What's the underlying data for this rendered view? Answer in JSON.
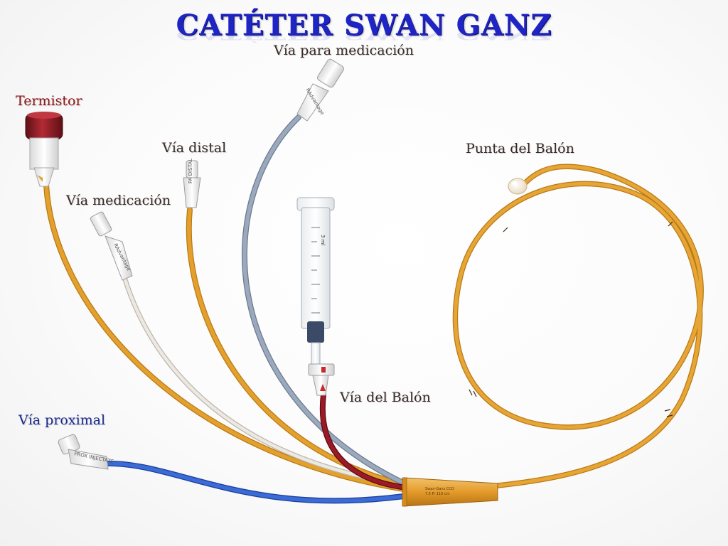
{
  "title": "CATÉTER SWAN GANZ",
  "labels": {
    "via_para_medicacion": "Vía para medicación",
    "termistor": "Termistor",
    "via_distal": "Vía distal",
    "via_medicacion": "Vía medicación",
    "punta_del_balon": "Punta del Balón",
    "via_del_balon": "Vía del Balón",
    "via_proximal": "Vía proximal"
  },
  "colors": {
    "title": "#1f24c4",
    "catheter_orange": "#e3a02c",
    "medication_line_gray": "#8a9ab0",
    "medication_line_white": "#e6e1da",
    "balloon_line_red": "#8c1420",
    "proximal_line_blue": "#2f5ec9",
    "thermistor_cap": "#8e1c24",
    "label_red": "#8e1414",
    "label_blue": "#1b2a8f"
  },
  "icons": {
    "thermistor_connector": "thermistor-connector-icon",
    "luer_hub": "luer-hub-icon",
    "syringe": "syringe-icon",
    "balloon_tip": "balloon-tip-icon",
    "junction_hub": "junction-hub-icon"
  }
}
